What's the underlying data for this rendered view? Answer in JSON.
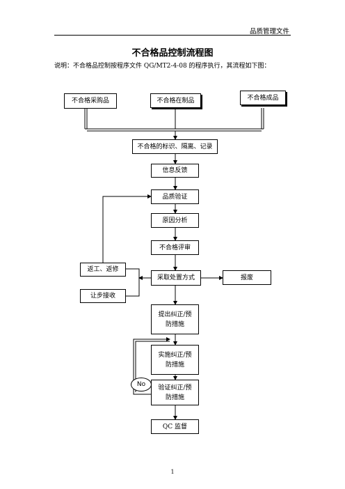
{
  "header": {
    "right_text": "品质管理文件"
  },
  "title": "不合格品控制流程图",
  "description": "说明：不合格品控制按程序文件 QG/MT2-4-08 的程序执行，其流程如下图：",
  "nodes": {
    "purchase": "不合格采购品",
    "wip": "不合格在制品",
    "finished": "不合格成品",
    "identify": "不合格的标识、隔离、记录",
    "feedback": "信息反馈",
    "verify": "品质验证",
    "cause": "原因分析",
    "review": "不合格评审",
    "disposition": "采取处置方式",
    "rework": "返工、返修",
    "scrap": "报废",
    "concession": "让步接收",
    "propose": "提出纠正/预防措施",
    "implement": "实施纠正/预防措施",
    "verify_ca": "验证纠正/预防措施",
    "qc": "QC 监督",
    "no_label": "No"
  },
  "footer": {
    "page_number": "1"
  }
}
